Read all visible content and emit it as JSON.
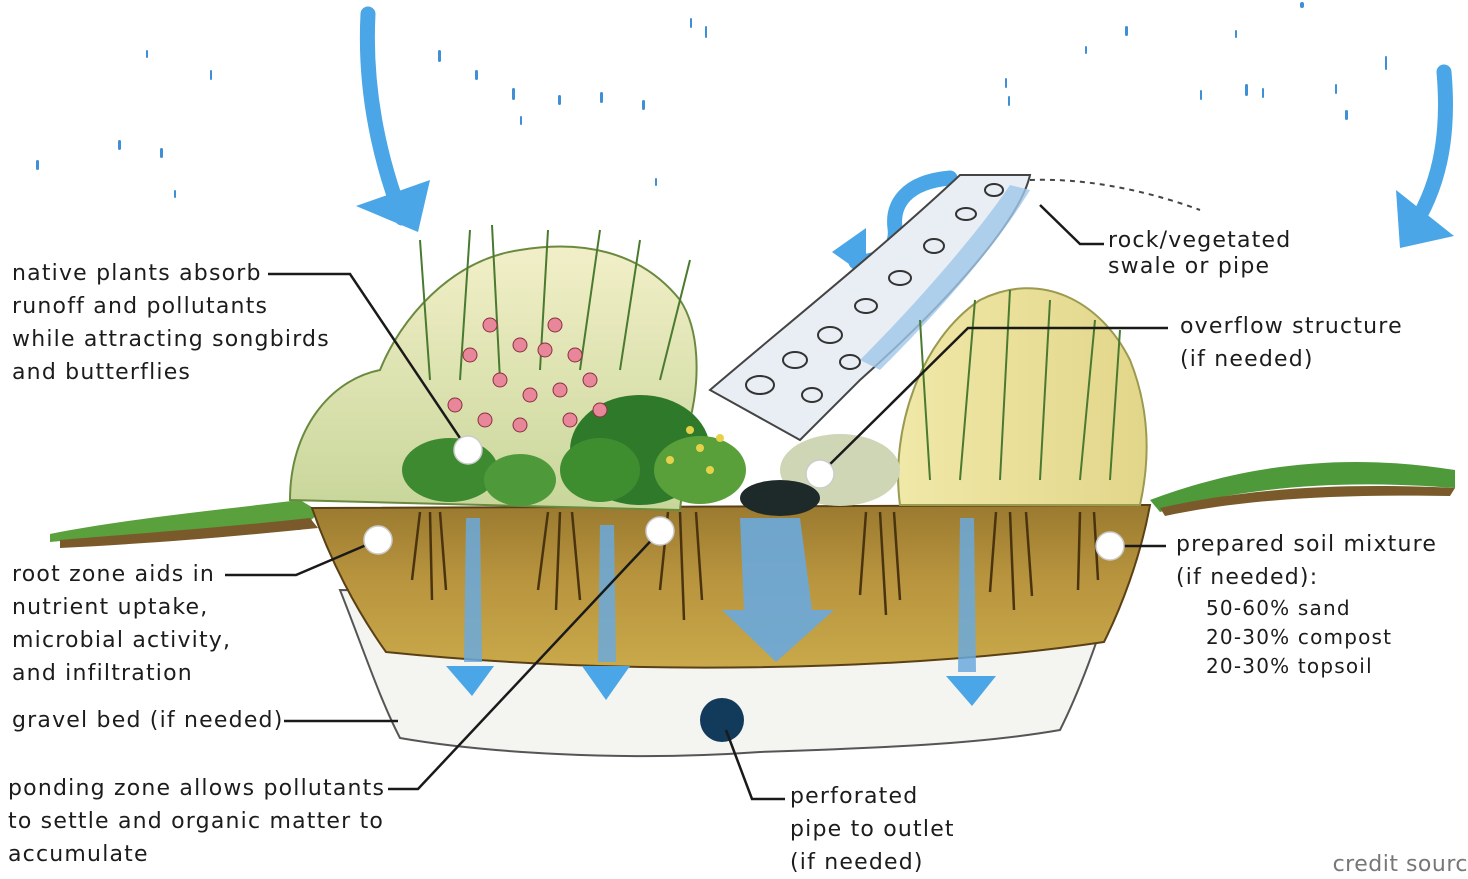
{
  "labels": {
    "native_plants": [
      "native plants absorb",
      "runoff and pollutants",
      "while attracting songbirds",
      "and butterflies"
    ],
    "root_zone": [
      "root zone aids in",
      "nutrient uptake,",
      "microbial activity,",
      "and infiltration"
    ],
    "gravel_bed": [
      "gravel bed (if needed)"
    ],
    "ponding_zone": [
      "ponding zone allows pollutants",
      "to settle and organic matter to",
      "accumulate"
    ],
    "perforated_pipe": [
      "perforated",
      "pipe to outlet",
      "(if needed)"
    ],
    "rock_swale": [
      "rock/vegetated",
      "swale or pipe"
    ],
    "overflow": [
      "overflow structure",
      "(if needed)"
    ],
    "soil_mixture": {
      "lines": [
        "prepared soil mixture",
        "(if needed):"
      ],
      "components": [
        "50-60% sand",
        "20-30% compost",
        "20-30% topsoil"
      ]
    },
    "credit": "credit sourc"
  },
  "colors": {
    "arrow_blue": "#4aa6e6",
    "water_blue": "#6aa9dd",
    "grass_green": "#4e9a3a",
    "soil_brown": "#8a6a2a",
    "soil_yellow": "#c9a94a",
    "gravel_white": "#f4f4f0",
    "pipe_navy": "#123a5a",
    "flower_pink": "#e8869a",
    "leader_black": "#1a1a1a"
  }
}
